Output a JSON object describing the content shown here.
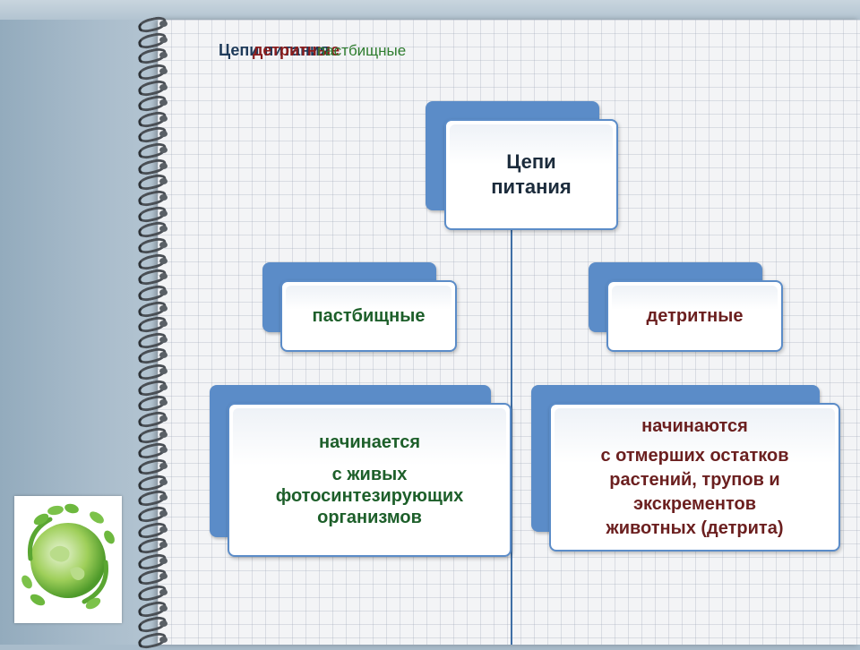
{
  "slide": {
    "title_text": "Цепи питания",
    "title_overlay_1": "детритные",
    "title_overlay_2": "пастбищные"
  },
  "diagram": {
    "root": {
      "line1": "Цепи",
      "line2": "питания"
    },
    "left_category": "пастбищные",
    "right_category": "детритные",
    "left_desc": {
      "heading": "начинается",
      "lines": [
        "с живых",
        "фотосинтезирующих",
        "организмов"
      ]
    },
    "right_desc": {
      "heading": "начинаются",
      "lines": [
        "с отмерших остатков",
        "растений, трупов и",
        "экскрементов",
        "животных (детрита)"
      ]
    }
  },
  "colors": {
    "box_blue": "#5b8cc8",
    "text_green": "#1d5f2a",
    "text_red": "#6b1f1f",
    "connector": "#3f6fa6"
  },
  "icons": {
    "logo": "green-globe-leaves-icon"
  }
}
